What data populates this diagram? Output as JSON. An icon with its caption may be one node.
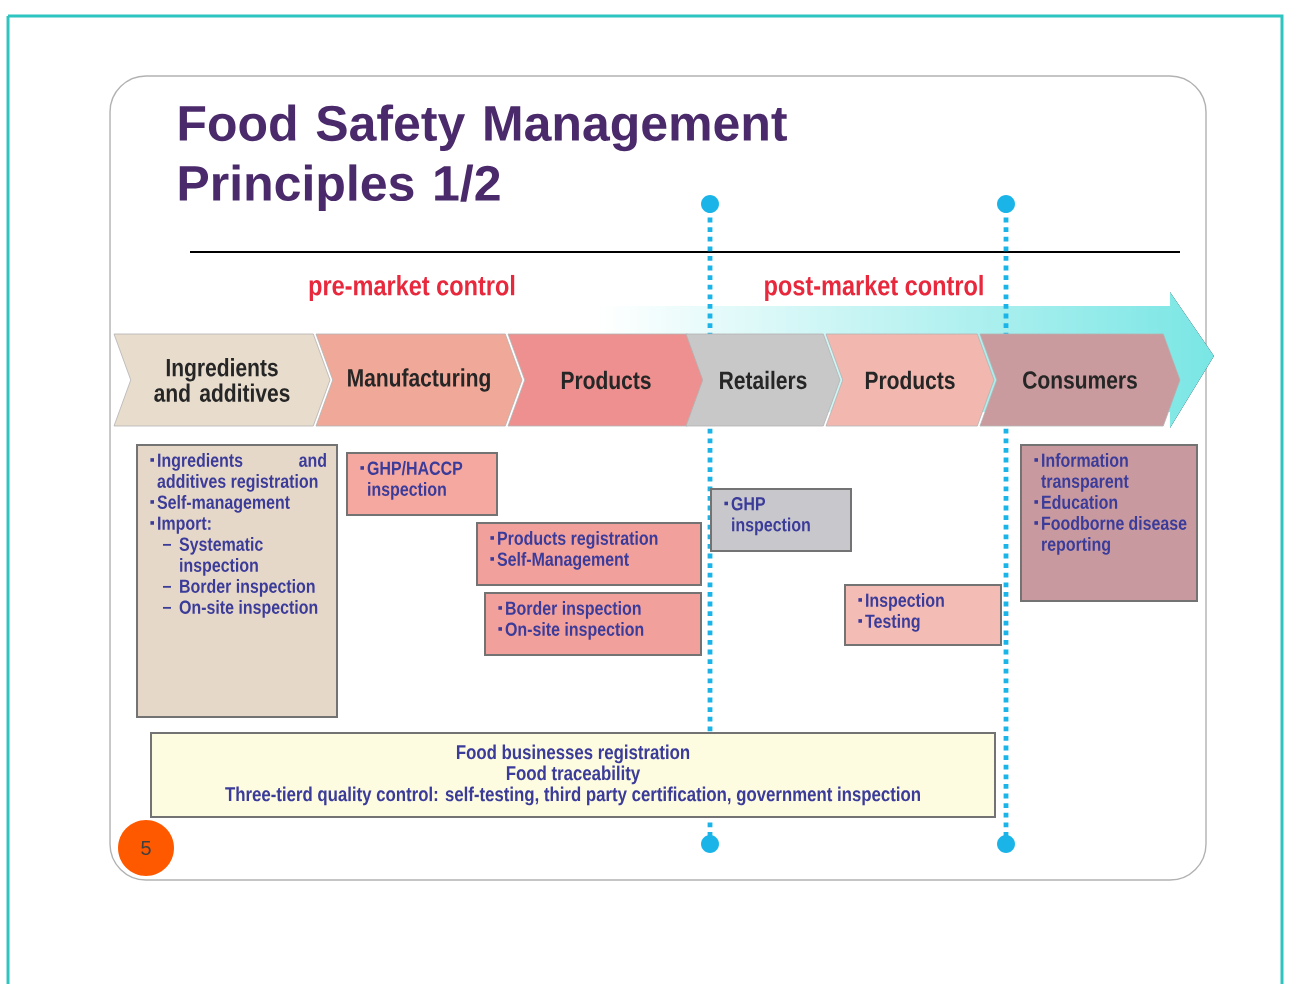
{
  "diagram": {
    "title": "Food Safety Management Principles 1/2",
    "nodes": [
      {
        "text": [
          "Ingredients and additives"
        ]
      },
      {
        "text": [
          "Manufacturing"
        ]
      },
      {
        "text": [
          "Products"
        ]
      },
      {
        "text": [
          "Retailers"
        ]
      },
      {
        "text": [
          "Products"
        ]
      },
      {
        "text": [
          "Consumers"
        ]
      },
      {
        "text": [
          "Ingredients and additives registration",
          "Self-management",
          "Import:",
          "Systematic inspection",
          "Border inspection",
          "On-site inspection"
        ]
      },
      {
        "text": [
          "GHP/HACCP inspection"
        ]
      },
      {
        "text": [
          "Products registration",
          "Self-Management"
        ]
      },
      {
        "text": [
          "Border inspection",
          "On-site inspection"
        ]
      },
      {
        "text": [
          "GHP inspection"
        ]
      },
      {
        "text": [
          "Inspection",
          "Testing"
        ]
      },
      {
        "text": [
          "Information transparent",
          "Education",
          "Foodborne disease reporting"
        ]
      },
      {
        "text": [
          "Food businesses registration",
          "Food traceability",
          "Three-tierd quality control: self-testing, third party certification, government inspection"
        ]
      }
    ],
    "labels": [
      "pre-market control",
      "post-market control",
      "5"
    ]
  }
}
